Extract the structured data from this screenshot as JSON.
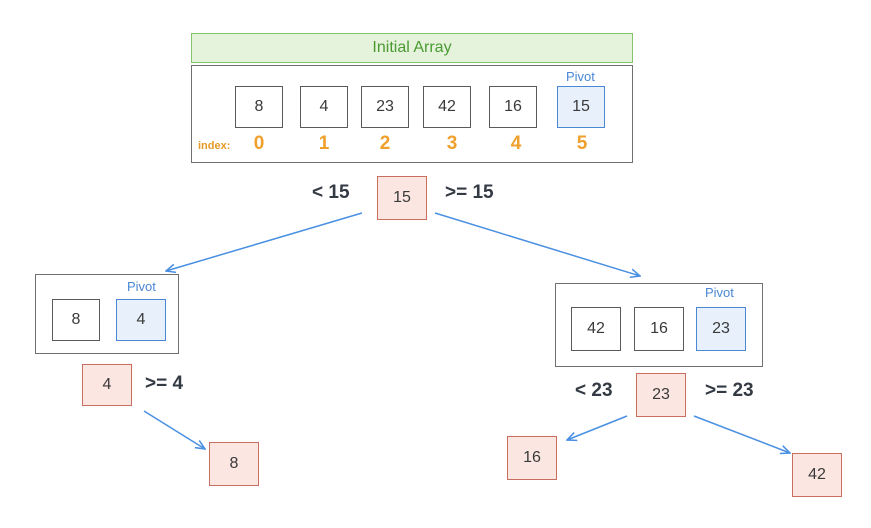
{
  "initial_array": {
    "title": "Initial Array",
    "values": [
      "8",
      "4",
      "23",
      "42",
      "16",
      "15"
    ],
    "index_label": "index:",
    "indices": [
      "0",
      "1",
      "2",
      "3",
      "4",
      "5"
    ],
    "pivot_label": "Pivot"
  },
  "root": {
    "pivot": "15",
    "left_label": "< 15",
    "right_label": ">= 15"
  },
  "left_sub": {
    "values": [
      "8",
      "4"
    ],
    "pivot_label": "Pivot",
    "pivot": "4",
    "right_label": ">= 4",
    "child": "8"
  },
  "right_sub": {
    "values": [
      "42",
      "16",
      "23"
    ],
    "pivot_label": "Pivot",
    "pivot": "23",
    "left_label": "< 23",
    "right_label": ">= 23",
    "left_child": "16",
    "right_child": "42"
  },
  "colors": {
    "title_green": "#84c46b",
    "pivot_blue": "#4a87d4",
    "node_red": "#c96f60",
    "index_orange": "#f0a02c",
    "arrow_blue": "#4a90e2"
  }
}
